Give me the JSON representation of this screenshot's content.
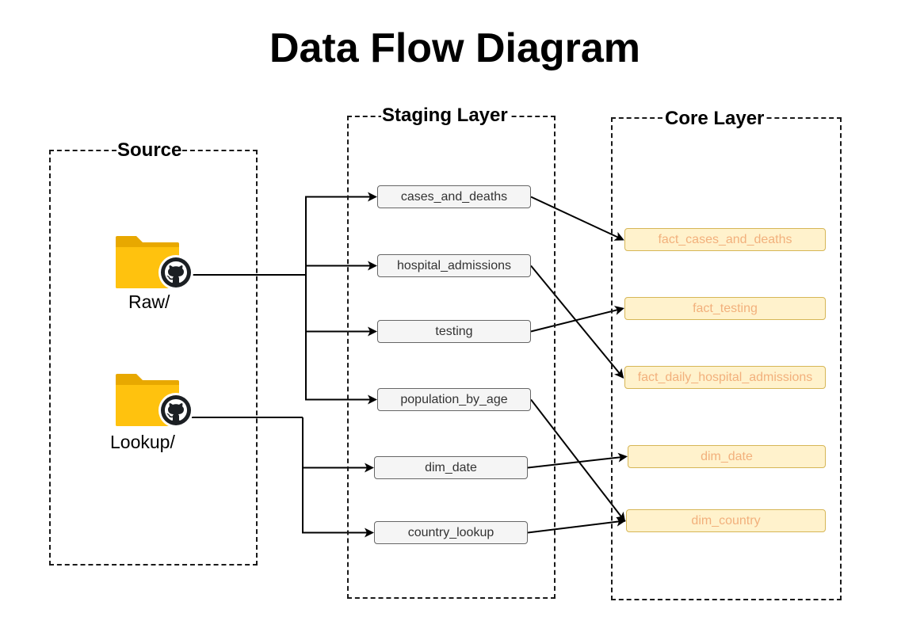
{
  "title": "Data Flow Diagram",
  "colors": {
    "staging_fill": "#f5f5f5",
    "staging_stroke": "#666666",
    "core_fill": "#fff2cc",
    "core_stroke": "#d6b656",
    "core_text": "#f2b07c",
    "folder": "#ffc20e",
    "github": "#1b1f23"
  },
  "groups": {
    "source": {
      "label": "Source"
    },
    "staging": {
      "label": "Staging Layer"
    },
    "core": {
      "label": "Core Layer"
    }
  },
  "sources": [
    {
      "id": "raw",
      "label": "Raw/",
      "icon": "github-folder-icon"
    },
    {
      "id": "lookup",
      "label": "Lookup/",
      "icon": "github-folder-icon"
    }
  ],
  "staging": [
    {
      "id": "cases_and_deaths",
      "label": "cases_and_deaths"
    },
    {
      "id": "hospital_admissions",
      "label": "hospital_admissions"
    },
    {
      "id": "testing",
      "label": "testing"
    },
    {
      "id": "population_by_age",
      "label": "population_by_age"
    },
    {
      "id": "dim_date",
      "label": "dim_date"
    },
    {
      "id": "country_lookup",
      "label": "country_lookup"
    }
  ],
  "core": [
    {
      "id": "fact_cases_and_deaths",
      "label": "fact_cases_and_deaths"
    },
    {
      "id": "fact_testing",
      "label": "fact_testing"
    },
    {
      "id": "fact_daily_hospital_admissions",
      "label": "fact_daily_hospital_admissions"
    },
    {
      "id": "dim_date_core",
      "label": "dim_date"
    },
    {
      "id": "dim_country",
      "label": "dim_country"
    }
  ],
  "edges": [
    {
      "from": "raw",
      "to": "cases_and_deaths"
    },
    {
      "from": "raw",
      "to": "hospital_admissions"
    },
    {
      "from": "raw",
      "to": "testing"
    },
    {
      "from": "raw",
      "to": "population_by_age"
    },
    {
      "from": "lookup",
      "to": "dim_date"
    },
    {
      "from": "lookup",
      "to": "country_lookup"
    },
    {
      "from": "cases_and_deaths",
      "to": "fact_cases_and_deaths"
    },
    {
      "from": "hospital_admissions",
      "to": "fact_daily_hospital_admissions"
    },
    {
      "from": "testing",
      "to": "fact_testing"
    },
    {
      "from": "population_by_age",
      "to": "dim_country"
    },
    {
      "from": "dim_date",
      "to": "dim_date_core"
    },
    {
      "from": "country_lookup",
      "to": "dim_country"
    }
  ]
}
